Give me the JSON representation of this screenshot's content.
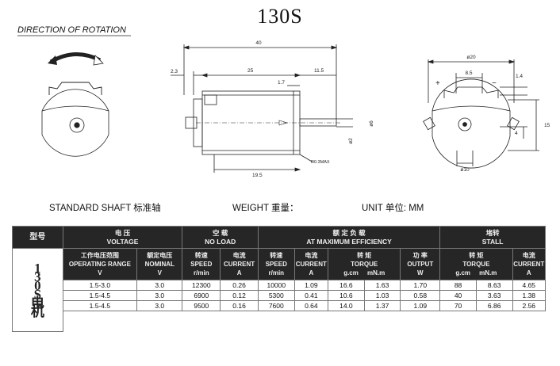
{
  "title": "130S",
  "rotation": {
    "label": "DIRECTION OF ROTATION"
  },
  "dimensions": {
    "overall_length": "40",
    "shaft_offset": "2.3",
    "body_length": "25",
    "shaft_length": "11.5",
    "bearing": "1.7",
    "shaft_dia": "ø2",
    "boss_dia": "ø6",
    "body_depth": "19.5",
    "radius_note": "R0.3MAX",
    "body_width": "ø20",
    "terminal_pitch": "8.5",
    "height_top": "1.4",
    "body_height": "15",
    "center_offset": "4",
    "boss_bottom": "ø10",
    "plus": "+",
    "minus": "−"
  },
  "info": {
    "shaft": "STANDARD SHAFT 标准轴",
    "weight": "WEIGHT 重量：",
    "unit": "UNIT 单位: MM"
  },
  "table": {
    "model_header": "型号",
    "model": [
      "1",
      "3",
      "0",
      "S",
      "电",
      "机"
    ],
    "groups": [
      {
        "cn": "电  压",
        "en": "VOLTAGE"
      },
      {
        "cn": "空  载",
        "en": "NO LOAD"
      },
      {
        "cn": "额 定 负 载",
        "en": "AT MAXIMUM EFFICIENCY"
      },
      {
        "cn": "堵转",
        "en": "STALL"
      }
    ],
    "sub": [
      {
        "cn": "工作电压范围",
        "en": "OPERATING RANGE"
      },
      {
        "cn": "额定电压",
        "en": "NOMINAL"
      },
      {
        "cn": "转速",
        "en": "SPEED"
      },
      {
        "cn": "电流",
        "en": "CURRENT"
      },
      {
        "cn": "转速",
        "en": "SPEED"
      },
      {
        "cn": "电流",
        "en": "CURRENT"
      },
      {
        "cn": "转 矩",
        "en": "TORQUE"
      },
      {
        "cn": "功 率",
        "en": "OUTPUT"
      },
      {
        "cn": "转 矩",
        "en": "TORQUE"
      },
      {
        "cn": "电流",
        "en": "CURRENT"
      }
    ],
    "units": [
      "V",
      "V",
      "r/min",
      "A",
      "r/min",
      "A",
      "g.cm",
      "mN.m",
      "W",
      "g.cm",
      "mN.m",
      "A"
    ],
    "rows": [
      [
        "1.5-3.0",
        "3.0",
        "12300",
        "0.26",
        "10000",
        "1.09",
        "16.6",
        "1.63",
        "1.70",
        "88",
        "8.63",
        "4.65"
      ],
      [
        "1.5-4.5",
        "3.0",
        "6900",
        "0.12",
        "5300",
        "0.41",
        "10.6",
        "1.03",
        "0.58",
        "40",
        "3.63",
        "1.38"
      ],
      [
        "1.5-4.5",
        "3.0",
        "9500",
        "0.16",
        "7600",
        "0.64",
        "14.0",
        "1.37",
        "1.09",
        "70",
        "6.86",
        "2.56"
      ]
    ]
  }
}
